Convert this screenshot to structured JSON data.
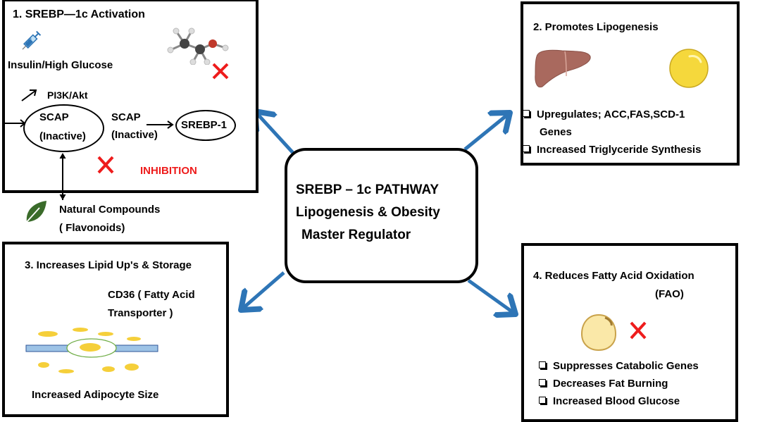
{
  "center": {
    "lines": [
      "SREBP – 1c PATHWAY",
      "Lipogenesis & Obesity",
      "Master Regulator"
    ]
  },
  "box1": {
    "title": "1. SREBP—1c Activation",
    "insulin_label": "Insulin/High Glucose",
    "pi3k_label": "PI3K/Akt",
    "scap_ellipse": [
      "SCAP",
      "(Inactive)"
    ],
    "scap_middle": [
      "SCAP",
      "(Inactive)"
    ],
    "srebp_label": "SREBP-1",
    "inhibition_label": "INHIBITION",
    "icons": [
      "syringe-icon",
      "ethanol-molecule-icon",
      "red-x-icon"
    ]
  },
  "natural_compounds": {
    "line1": "Natural Compounds",
    "line2": "( Flavonoids)",
    "icon": "leaf-icon"
  },
  "box2": {
    "title": "2. Promotes Lipogenesis",
    "bullets": [
      "Upregulates; ACC,FAS,SCD-1",
      "Increased Triglyceride Synthesis"
    ],
    "bullet1_cont": "Genes",
    "icons": [
      "liver-icon",
      "fat-droplet-icon"
    ]
  },
  "box3": {
    "title": "3. Increases Lipid Up's & Storage",
    "cd36_line1": "CD36 ( Fatty Acid",
    "cd36_line2": "Transporter )",
    "footer": "Increased Adipocyte Size",
    "icons": [
      "membrane-transporter-icon",
      "lipid-droplet-icon"
    ]
  },
  "box4": {
    "title": "4. Reduces Fatty Acid Oxidation",
    "title_line2": "(FAO)",
    "bullets": [
      "Suppresses Catabolic Genes",
      "Decreases Fat Burning",
      "Increased Blood Glucose"
    ],
    "icons": [
      "cell-icon",
      "red-x-icon"
    ]
  },
  "colors": {
    "arrow_blue": "#2e75b6",
    "inhibition_red": "#ee1c1c",
    "membrane_blue": "#9dc3e6",
    "lipid_yellow": "#f5cf3a",
    "leaf_green": "#3a6b2a",
    "liver_brown": "#a9695e"
  }
}
